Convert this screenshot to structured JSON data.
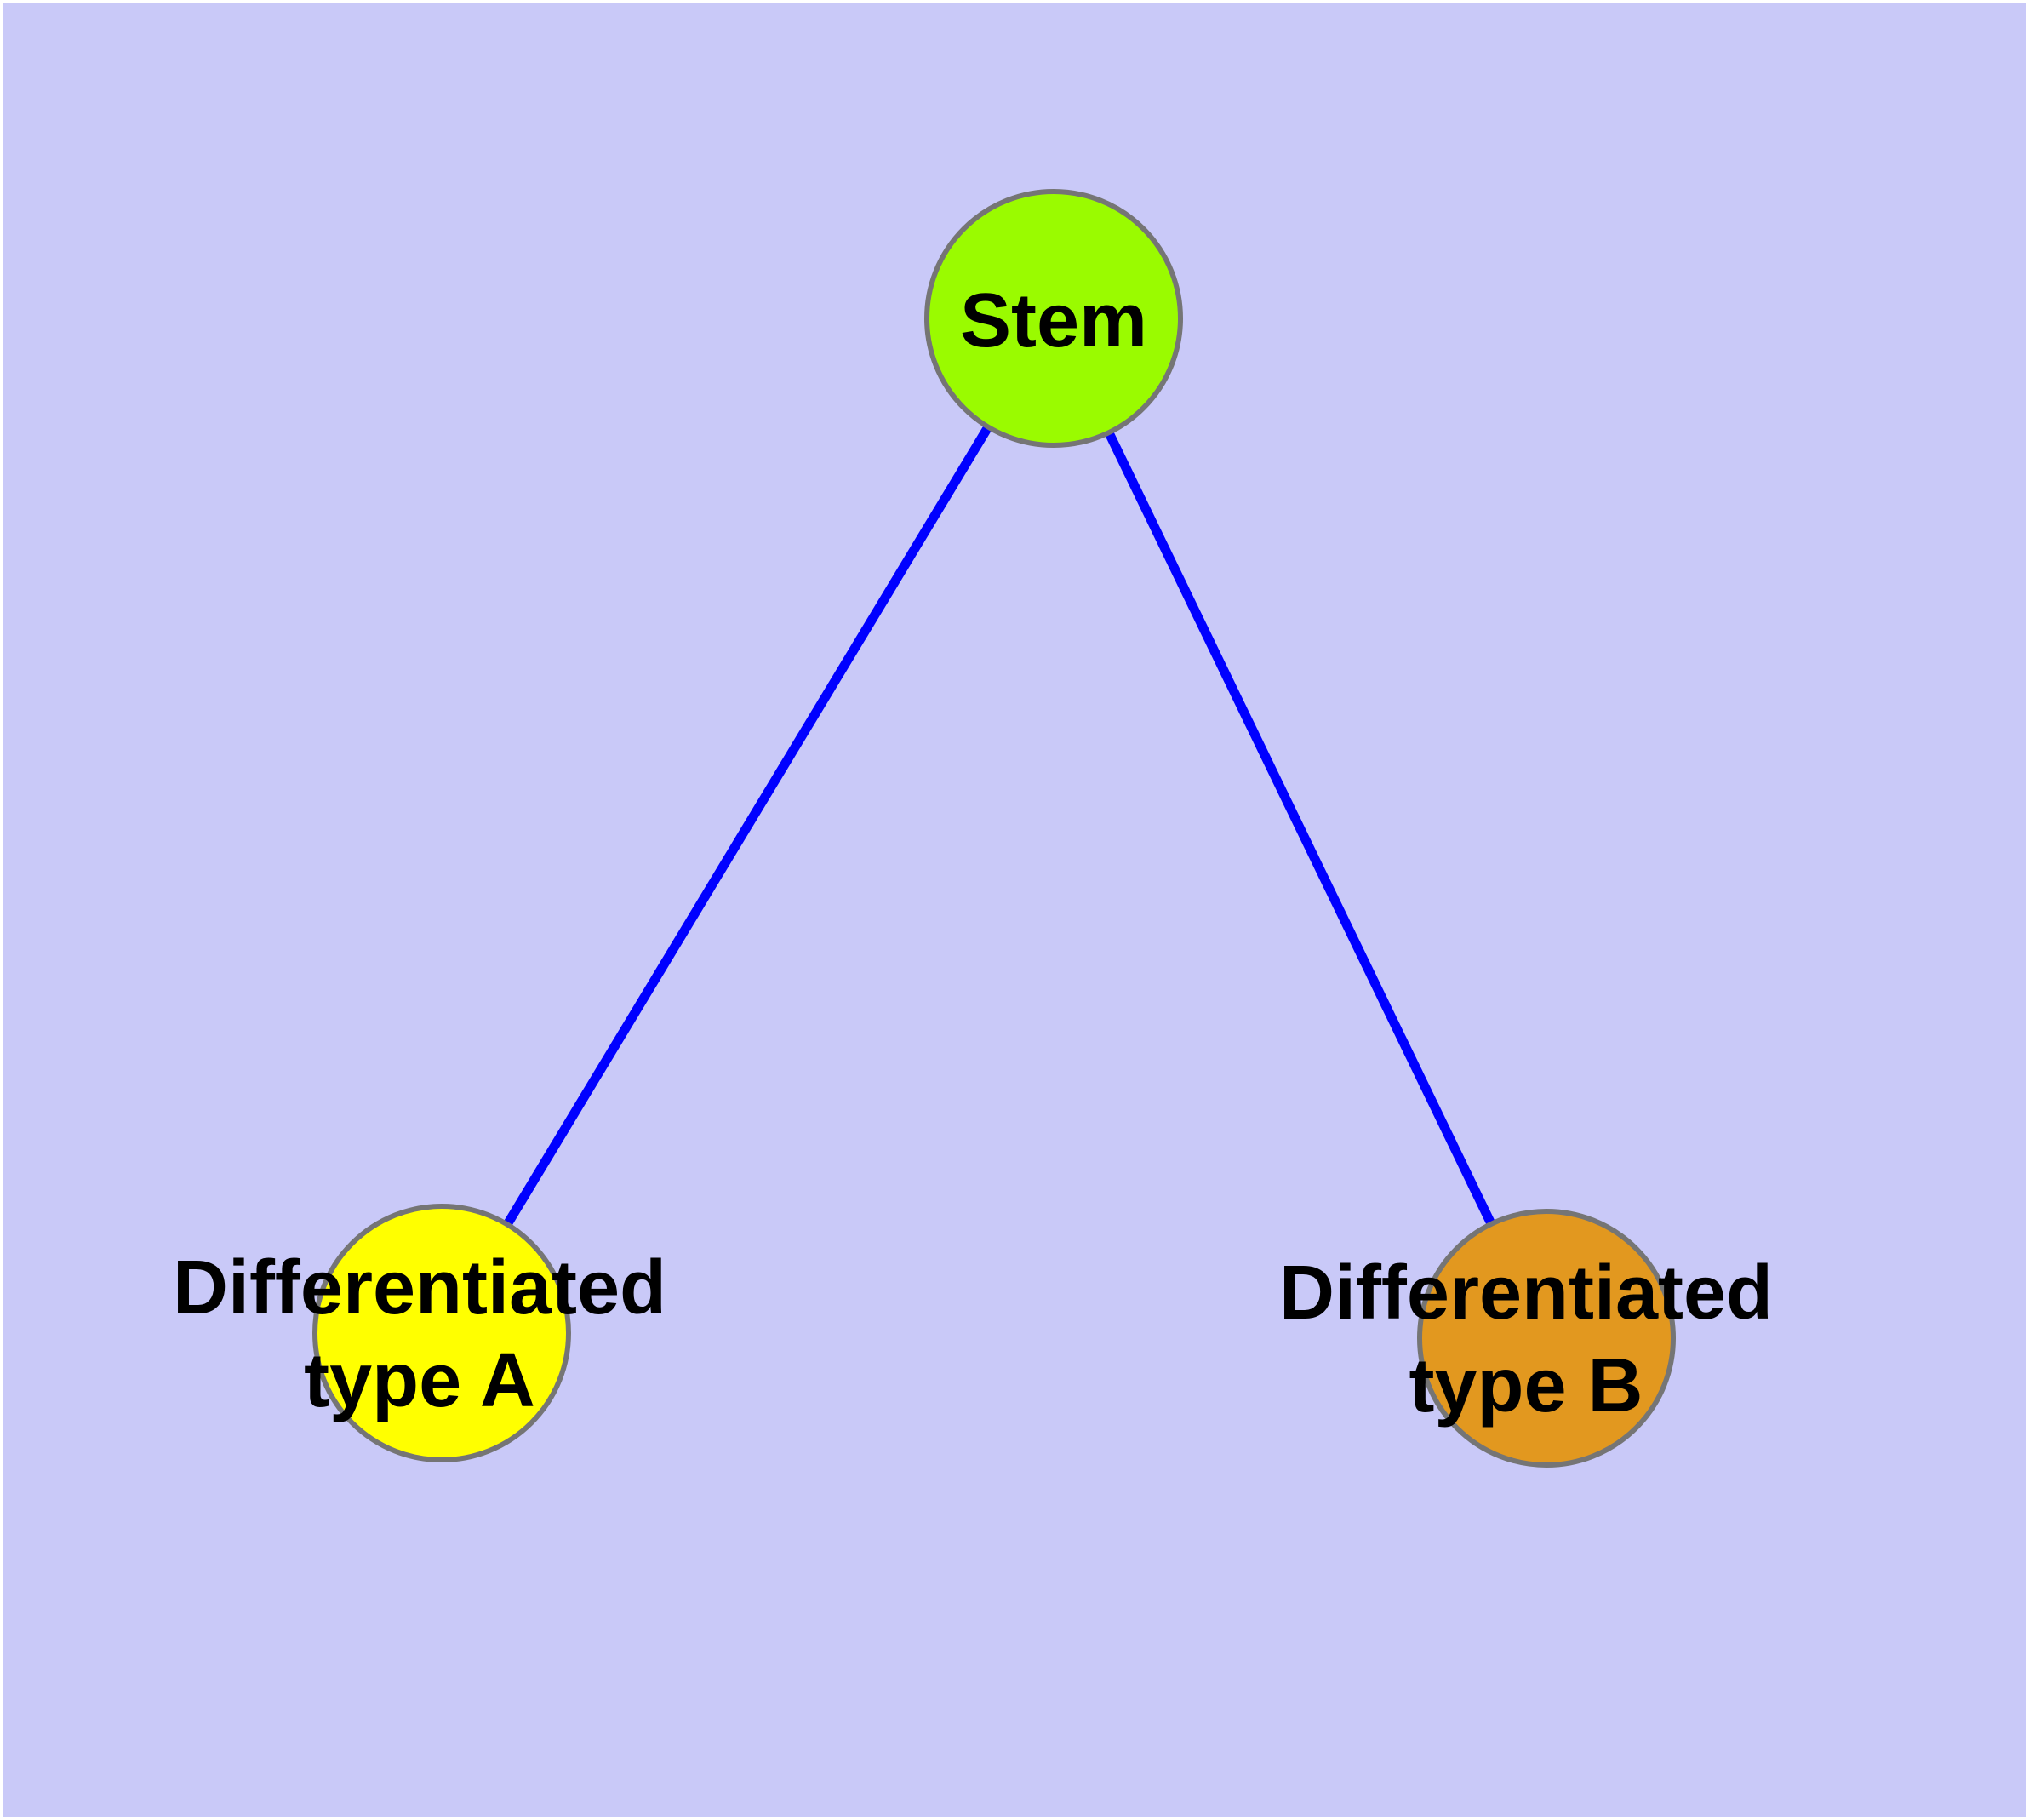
{
  "canvas": {
    "background_color": "#C9C9F8",
    "frame_color": "#FFFFFF"
  },
  "text_color": "#000000",
  "nodes": {
    "stem": {
      "label": "Stem",
      "fill": "#9AFB00",
      "border": "#757575"
    },
    "type_a": {
      "label_line1": "Differentiated",
      "label_line2": "type A",
      "fill": "#FFFF00",
      "border": "#757575"
    },
    "type_b": {
      "label_line1": "Differentiated",
      "label_line2": "type B",
      "fill": "#E2981F",
      "border": "#757575"
    }
  },
  "edges": {
    "color": "#0000FF",
    "list": [
      {
        "from": "Stem",
        "to": "Differentiated type A"
      },
      {
        "from": "Stem",
        "to": "Differentiated type B"
      }
    ]
  }
}
